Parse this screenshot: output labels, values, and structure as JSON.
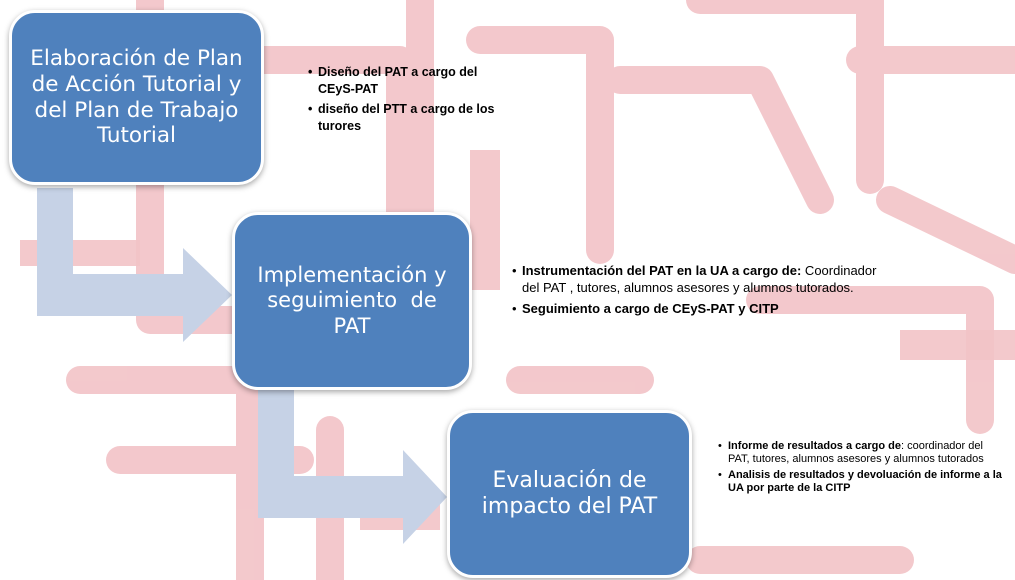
{
  "colors": {
    "box_fill": "#4f81bd",
    "arrow_fill": "#c6d2e6",
    "watermark": "#f2c3c7",
    "text_dark": "#000000"
  },
  "steps": [
    {
      "title": "Elaboración de Plan de Acción Tutorial y del Plan de Trabajo Tutorial",
      "bullets": [
        {
          "bold": "Diseño del PAT a cargo del CEyS-PAT",
          "rest": ""
        },
        {
          "bold": "diseño del PTT a cargo de los turores",
          "rest": ""
        }
      ]
    },
    {
      "title": "Implementación y seguimiento  de PAT",
      "bullets": [
        {
          "bold": " Instrumentación del PAT en la UA a cargo de:",
          "rest": " Coordinador del PAT , tutores, alumnos asesores y alumnos tutorados."
        },
        {
          "bold": "Seguimiento a cargo de CEyS-PAT y CITP",
          "rest": ""
        }
      ]
    },
    {
      "title": "Evaluación de impacto del PAT",
      "bullets": [
        {
          "bold": "Informe de resultados a cargo de",
          "rest": ": coordinador del PAT, tutores, alumnos asesores y alumnos tutorados"
        },
        {
          "bold": "Analisis  de resultados y devoluación de informe a la UA  por parte de la CITP",
          "rest": ""
        }
      ]
    }
  ]
}
